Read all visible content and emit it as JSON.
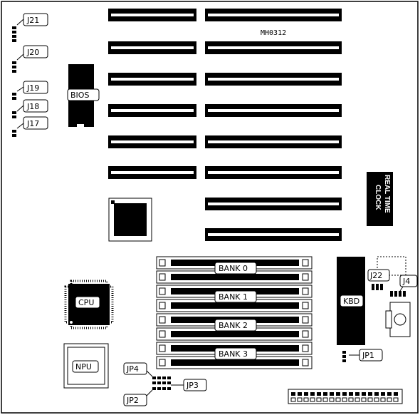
{
  "board": {
    "model": "MH0312",
    "components": {
      "bios": "BIOS",
      "cpu": "CPU",
      "npu": "NPU",
      "kbd": "KBD",
      "rtc_line1": "REAL TIME",
      "rtc_line2": "CLOCK"
    },
    "memory_banks": [
      "BANK 0",
      "BANK 1",
      "BANK 2",
      "BANK 3"
    ],
    "jumpers": {
      "j21": "J21",
      "j20": "J20",
      "j19": "J19",
      "j18": "J18",
      "j17": "J17",
      "j22": "J22",
      "j4": "J4",
      "jp1": "JP1",
      "jp2": "JP2",
      "jp3": "JP3",
      "jp4": "JP4"
    }
  }
}
